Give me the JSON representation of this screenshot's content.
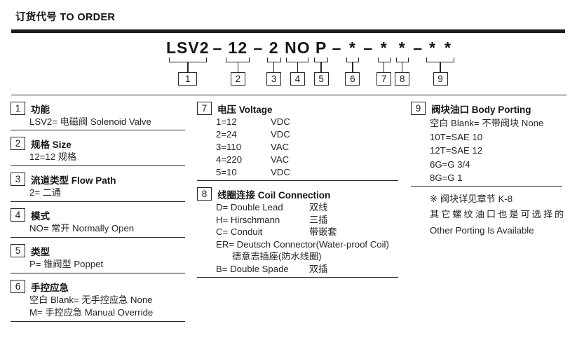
{
  "page": {
    "title": "订货代号 TO ORDER"
  },
  "code": {
    "dash": "–",
    "groups": [
      {
        "num": "1",
        "text": "LSV2"
      },
      {
        "num": "2",
        "text": "12"
      },
      {
        "num": "3",
        "text": "2"
      },
      {
        "num": "4",
        "text": "NO"
      },
      {
        "num": "5",
        "text": "P"
      },
      {
        "num": "6",
        "text": "*"
      },
      {
        "num": "7",
        "text": "*"
      },
      {
        "num": "8",
        "text": "*"
      },
      {
        "num": "9",
        "text": "*",
        "text2": "*"
      }
    ]
  },
  "sections": [
    {
      "num": "1",
      "title": "功能",
      "lines": [
        "LSV2= 电磁阀 Solenoid Valve"
      ]
    },
    {
      "num": "2",
      "title": "规格 Size",
      "lines": [
        "12=12 规格"
      ]
    },
    {
      "num": "3",
      "title": "流道类型 Flow Path",
      "lines": [
        "2= 二通"
      ]
    },
    {
      "num": "4",
      "title": "模式",
      "lines": [
        "NO= 常开 Normally Open"
      ]
    },
    {
      "num": "5",
      "title": "类型",
      "lines": [
        "P= 锥阀型 Poppet"
      ]
    },
    {
      "num": "6",
      "title": "手控应急",
      "lines": [
        "空白 Blank= 无手控应急 None",
        "M= 手控应急 Manual Override"
      ]
    },
    {
      "num": "7",
      "title": "电压 Voltage",
      "rows": [
        {
          "code": "1=12",
          "unit": "VDC"
        },
        {
          "code": "2=24",
          "unit": "VDC"
        },
        {
          "code": "3=110",
          "unit": "VAC"
        },
        {
          "code": "4=220",
          "unit": "VAC"
        },
        {
          "code": "5=10",
          "unit": "VDC"
        }
      ]
    },
    {
      "num": "8",
      "title": "线圈连接 Coil Connection",
      "rows": [
        {
          "en": "D= Double Lead",
          "cn": "双线"
        },
        {
          "en": "H= Hirschmann",
          "cn": "三插"
        },
        {
          "en": "C= Conduit",
          "cn": "带嵌套"
        },
        {
          "en": "ER= Deutsch Connector(Water-proof Coil)",
          "cn": ""
        },
        {
          "en": "德意志插座(防水线圈)",
          "cn": ""
        },
        {
          "en": "B= Double Spade",
          "cn": "双插"
        }
      ]
    },
    {
      "num": "9",
      "title": "阀块油口 Body Porting",
      "lines": [
        "空白 Blank= 不带阀块 None",
        "10T=SAE 10",
        "12T=SAE 12",
        "6G=G 3/4",
        "8G=G 1"
      ]
    }
  ],
  "note": {
    "line1": "※ 阀块详见章节 K-8",
    "line2": "其它螺纹油口也是可选择的",
    "line3": "Other Porting Is Available"
  }
}
